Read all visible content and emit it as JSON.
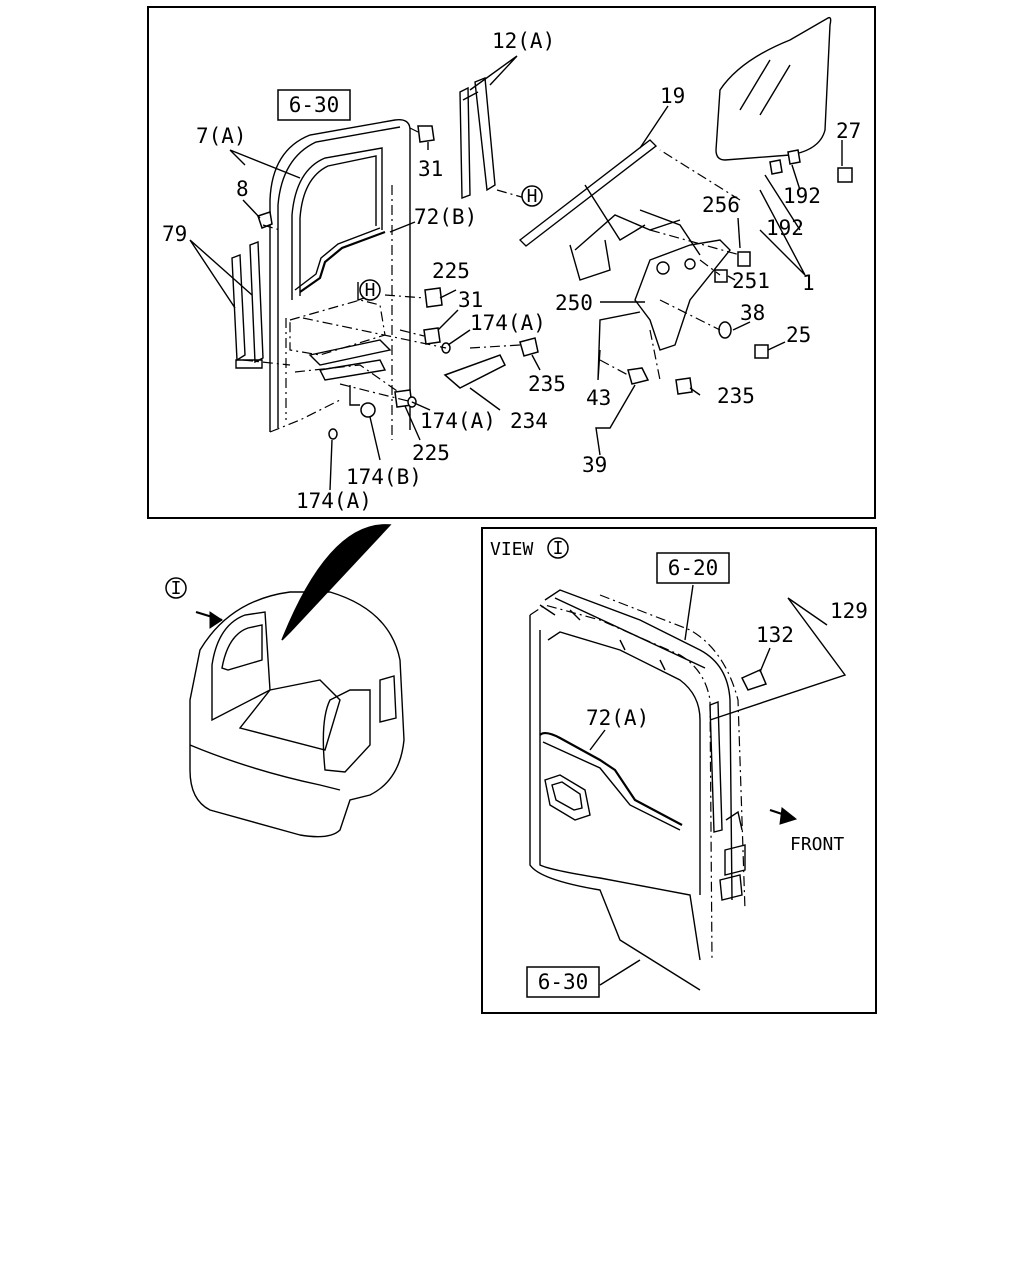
{
  "top_view": {
    "ref_box": "6-30",
    "callouts": {
      "c12a": "12(A)",
      "c19": "19",
      "c7a": "7(A)",
      "c8": "8",
      "c31a": "31",
      "c72b": "72(B)",
      "c79": "79",
      "c225a": "225",
      "c31b": "31",
      "c174a1": "174(A)",
      "c235a": "235",
      "c174a2": "174(A)",
      "c234": "234",
      "c225b": "225",
      "c174b": "174(B)",
      "c174a3": "174(A)",
      "c256": "256",
      "c27": "27",
      "c192a": "192",
      "c192b": "192",
      "c1": "1",
      "c251": "251",
      "c250": "250",
      "c38": "38",
      "c25": "25",
      "c43": "43",
      "c235b": "235",
      "c39": "39"
    },
    "circle_markers": {
      "h1": "H",
      "h2": "H"
    }
  },
  "cab_view": {
    "marker": "I"
  },
  "detail_view": {
    "view_label": "VIEW",
    "view_marker": "I",
    "ref_box_top": "6-20",
    "ref_box_bottom": "6-30",
    "callouts": {
      "c129": "129",
      "c132": "132",
      "c72a": "72(A)"
    },
    "front_label": "FRONT"
  }
}
